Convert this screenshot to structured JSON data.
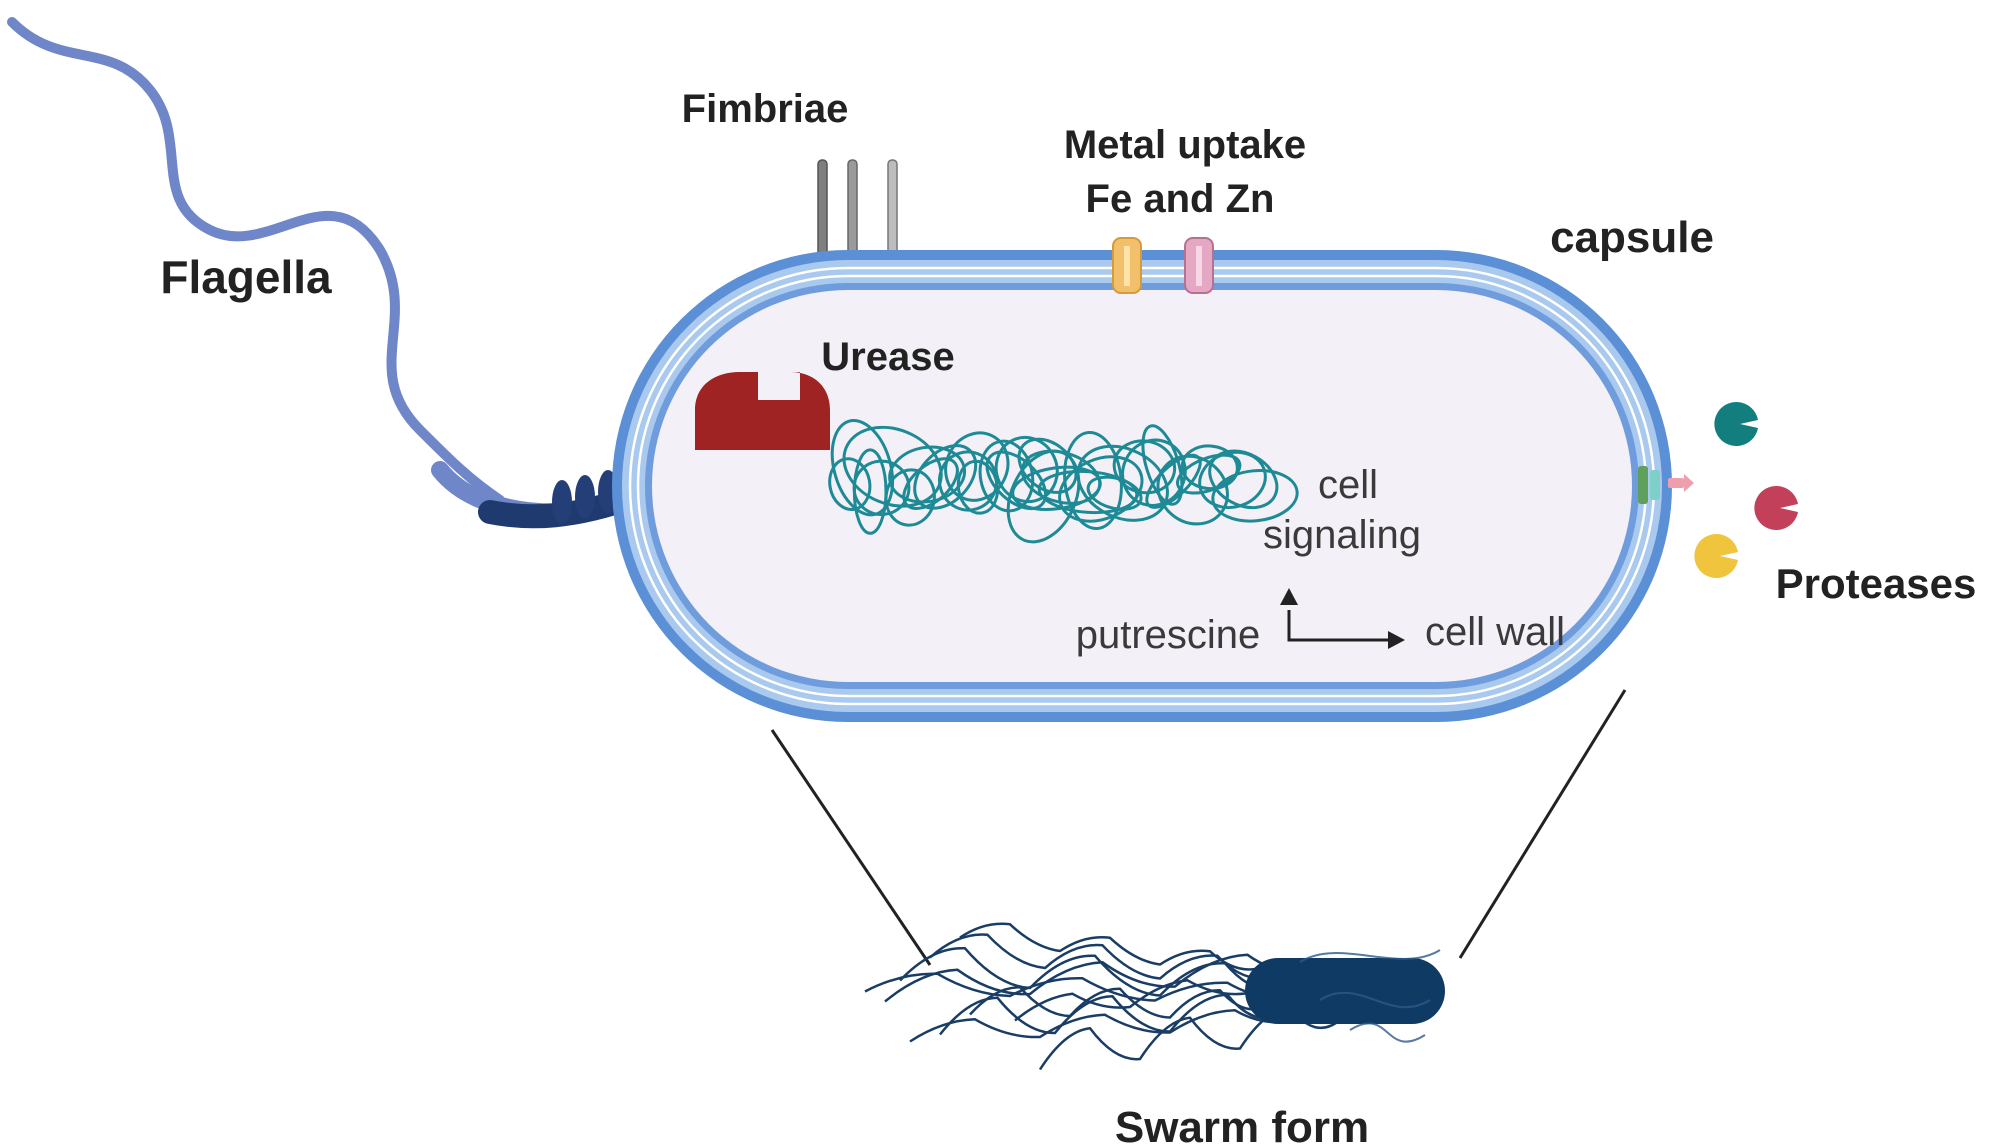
{
  "labels": {
    "fimbriae": "Fimbriae",
    "metal_uptake_line1": "Metal uptake",
    "metal_uptake_line2": "Fe and Zn",
    "capsule": "capsule",
    "flagella": "Flagella",
    "urease": "Urease",
    "cell_signaling_line1": "cell",
    "cell_signaling_line2": "signaling",
    "putrescine": "putrescine",
    "cell_wall": "cell wall",
    "proteases": "Proteases",
    "swarm_form": "Swarm form"
  },
  "colors": {
    "capsule_outer": "#5b8fd6",
    "capsule_inner": "#a9c9ee",
    "cytoplasm": "#f3f0f7",
    "flagellum": "#6f86c8",
    "flagellum_base": "#1f3a6e",
    "urease": "#9e2322",
    "dna": "#1d8a96",
    "fimbriae": "#8c8c8c",
    "metal_channel_fe": "#f2bf6b",
    "metal_channel_zn": "#e4a8c4",
    "protease_teal": "#127e7e",
    "protease_red": "#c2405a",
    "protease_yellow": "#f0c43c",
    "swarm_cell": "#0f3a63"
  }
}
